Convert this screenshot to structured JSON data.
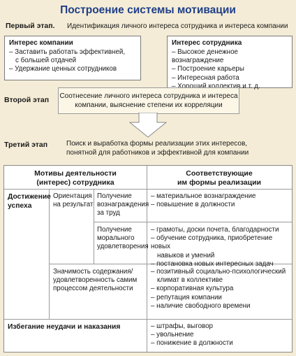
{
  "title": "Построение системы мотивации",
  "stage1": {
    "label": "Первый этап.",
    "text": "Идентификация личного интереса сотрудника и интереса компании",
    "company": {
      "heading": "Интерес компании",
      "items": [
        "– Заставить работать эффективней,",
        "с большей отдачей",
        "– Удержание ценных сотрудников"
      ]
    },
    "employee": {
      "heading": "Интерес сотрудника",
      "items": [
        "– Высокое денежное вознаграждение",
        "– Построение карьеры",
        "– Интересная работа",
        "– Хороший коллектив и т. д."
      ]
    }
  },
  "stage2": {
    "label": "Второй этап",
    "line1": "Соотнесение личного интереса сотрудника и интереса",
    "line2": "компании, выяснение степени их корреляции"
  },
  "stage3": {
    "label": "Третий этап",
    "line1": "Поиск и выработка формы реализации этих интересов,",
    "line2": "понятной для работников и эффективной для компании"
  },
  "table": {
    "header_left_1": "Мотивы деятельности",
    "header_left_2": "(интерес) сотрудника",
    "header_right_1": "Соответствующие",
    "header_right_2": "им формы реализации",
    "success_1": "Достижение",
    "success_2": "успеха",
    "orientation_1": "Ориентация",
    "orientation_2": "на результат",
    "reward_1": "Получение",
    "reward_2": "вознаграждения",
    "reward_3": "за труд",
    "reward_forms": [
      "– материальное вознаграждение",
      "– повышение в должности"
    ],
    "moral_1": "Получение",
    "moral_2": "морального",
    "moral_3": "удовлетворения",
    "moral_forms": [
      "– грамоты, доски почета, благодарности",
      "– обучение сотрудника, приобретение новых",
      "навыков и умений",
      "– постановка новых интересных задач"
    ],
    "meaning_1": "Значимость содержания/",
    "meaning_2": "удовлетворенность самим",
    "meaning_3": "процессом деятельности",
    "meaning_forms": [
      "– позитивный социально-психологический",
      "климат в коллективе",
      "– корпоративная культура",
      "– репутация компании",
      "– наличие свободного времени"
    ],
    "avoid": "Избегание неудачи и наказания",
    "avoid_forms": [
      "– штрафы, выговор",
      "– увольнение",
      "– понижение в должности"
    ]
  }
}
